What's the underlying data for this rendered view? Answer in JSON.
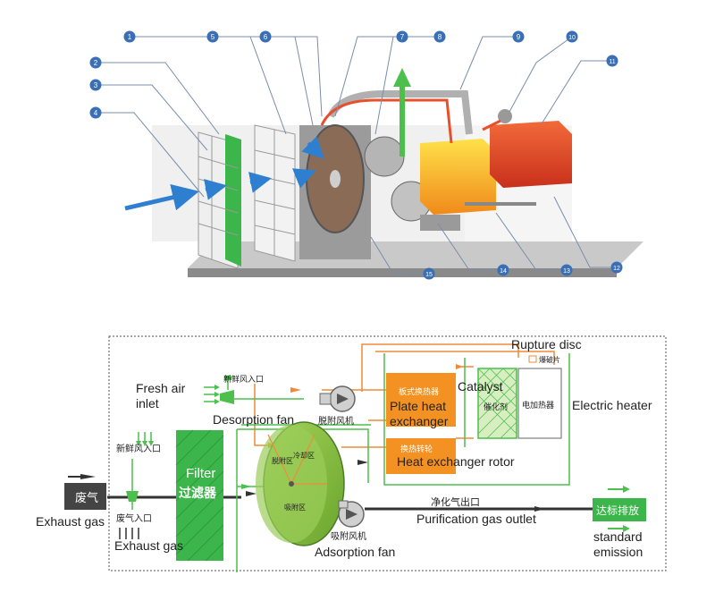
{
  "callouts": [
    "1",
    "2",
    "3",
    "4",
    "5",
    "6",
    "7",
    "8",
    "9",
    "10",
    "11",
    "12",
    "13",
    "14",
    "15"
  ],
  "labels": {
    "fresh_air_inlet_zh_top": "新鲜风入口",
    "fresh_air_inlet_en": "Fresh air\ninlet",
    "fresh_air_inlet_zh_left": "新鲜风入口",
    "desorption_fan_en": "Desorption fan",
    "desorption_fan_zh": "脱附风机",
    "filter_en": "Filter",
    "filter_zh": "过滤器",
    "exhaust_gas_box_zh": "废气",
    "exhaust_gas_en_left": "Exhaust gas",
    "exhaust_inlet_zh": "废气入口",
    "exhaust_gas_en_bottom": "Exhaust gas",
    "plate_hx_zh": "板式换热器",
    "plate_hx_en": "Plate heat\nexchanger",
    "hx_rotor_zh": "换热转轮",
    "hx_rotor_en": "Heat exchanger rotor",
    "catalyst_en": "Catalyst",
    "catalyst_zh": "催化剂",
    "electric_heater_zh": "电加热器",
    "electric_heater_en": "Electric heater",
    "rupture_disc_en": "Rupture disc",
    "rupture_disc_zh": "爆破片",
    "desorption_zone_zh": "脱附区",
    "cooling_zone_zh": "冷却区",
    "adsorption_zone_zh": "吸附区",
    "adsorption_fan_zh": "吸附风机",
    "adsorption_fan_en": "Adsorption fan",
    "purified_outlet_zh": "净化气出口",
    "purified_outlet_en": "Purification gas outlet",
    "standard_emission_zh": "达标排放",
    "standard_emission_en": "standard\nemission"
  },
  "colors": {
    "callout_blue": "#3a6fb5",
    "filter_green": "#3cb54a",
    "wheel_green": "#8cc63f",
    "hx_orange": "#f39223",
    "heater_red": "#e0532b",
    "pipe_orange": "#f08a3a",
    "air_blue": "#2e7fd0",
    "text_dark": "#222222"
  }
}
